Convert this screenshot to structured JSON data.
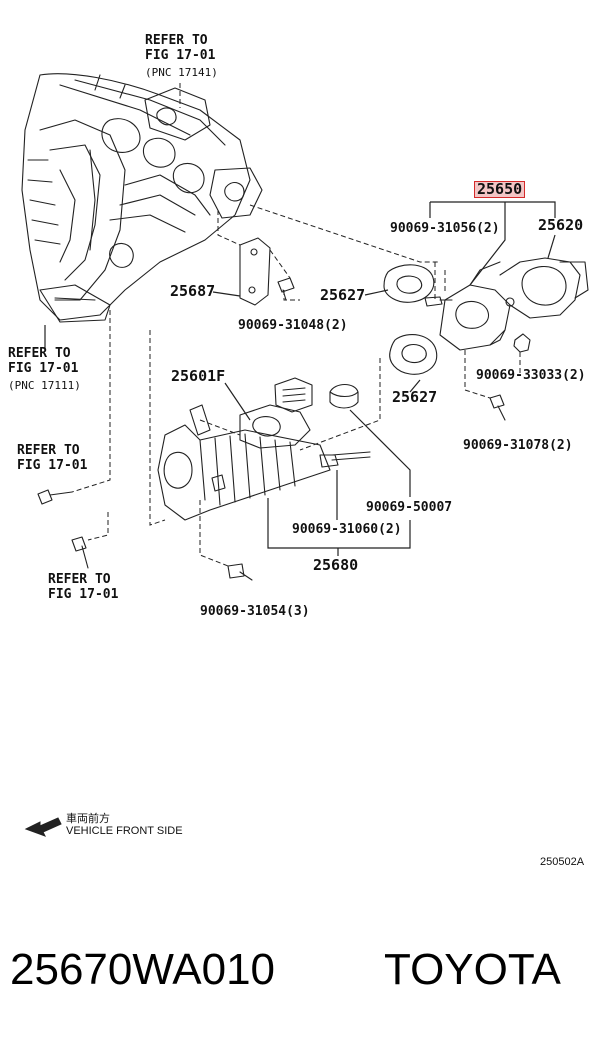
{
  "labels": {
    "refer_top_1": "REFER TO",
    "refer_top_2": "FIG 17-01",
    "refer_top_3": "(PNC 17141)",
    "refer_left_1": "REFER TO",
    "refer_left_2": "FIG 17-01",
    "refer_left_3": "(PNC 17111)",
    "refer_mid_1": "REFER TO",
    "refer_mid_2": "FIG 17-01",
    "refer_bot_1": "REFER TO",
    "refer_bot_2": "FIG 17-01"
  },
  "parts": {
    "p25650": "25650",
    "p90069_31056": "90069-31056(2)",
    "p25620": "25620",
    "p25687": "25687",
    "p25627_a": "25627",
    "p90069_31048": "90069-31048(2)",
    "p90069_33033": "90069-33033(2)",
    "p25601F": "25601F",
    "p25627_b": "25627",
    "p90069_31078": "90069-31078(2)",
    "p90069_50007": "90069-50007",
    "p90069_31060": "90069-31060(2)",
    "p25680": "25680",
    "p90069_31054": "90069-31054(3)"
  },
  "direction": {
    "jp": "車両前方",
    "en": "VEHICLE FRONT SIDE"
  },
  "figure_code": "250502A",
  "footer": {
    "part_number": "25670WA010",
    "brand": "TOYOTA"
  },
  "colors": {
    "highlight_border": "#d42a2a",
    "highlight_fill": "#f3c6c6"
  }
}
